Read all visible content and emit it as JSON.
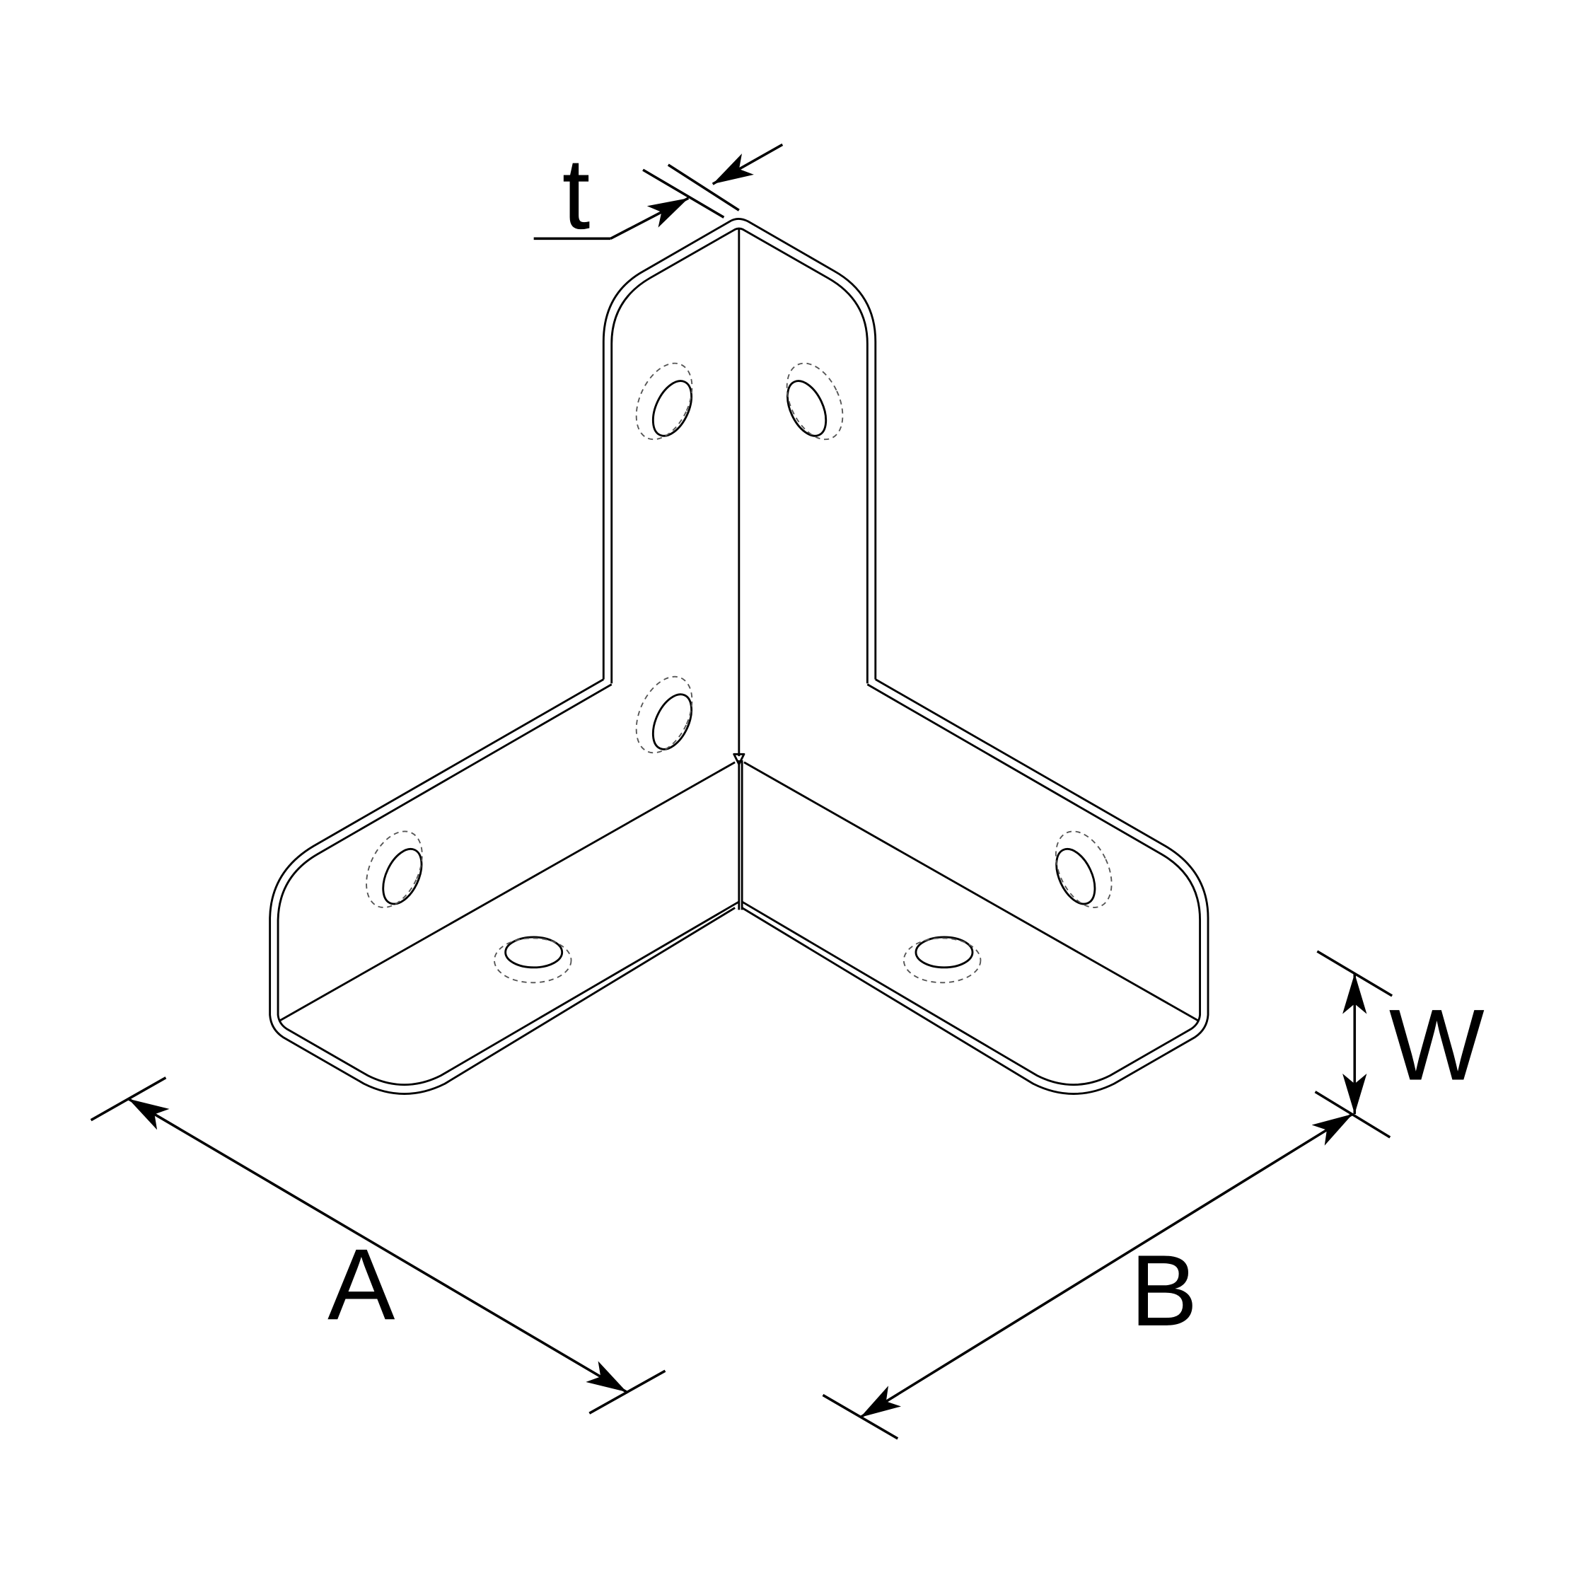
{
  "colors": {
    "background": "#ffffff",
    "line": "#000000",
    "hidden_line": "#555555"
  },
  "labels": {
    "thickness": "t",
    "length_a": "A",
    "length_b": "B",
    "width": "W"
  }
}
